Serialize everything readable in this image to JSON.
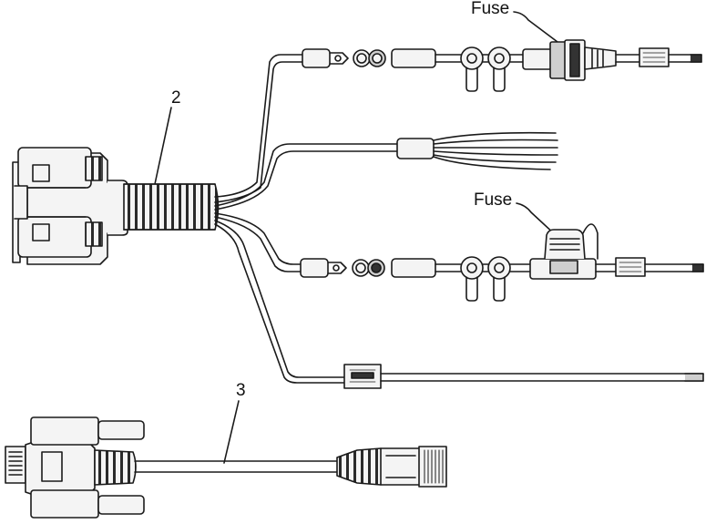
{
  "callouts": {
    "fuse_top": "Fuse",
    "fuse_mid": "Fuse",
    "item_2": "2",
    "item_3": "3"
  },
  "colors": {
    "line": "#1a1a1a",
    "fill_light": "#f4f4f4",
    "fill_mid": "#cfcfcf",
    "fill_dark": "#333333",
    "background": "#ffffff"
  }
}
